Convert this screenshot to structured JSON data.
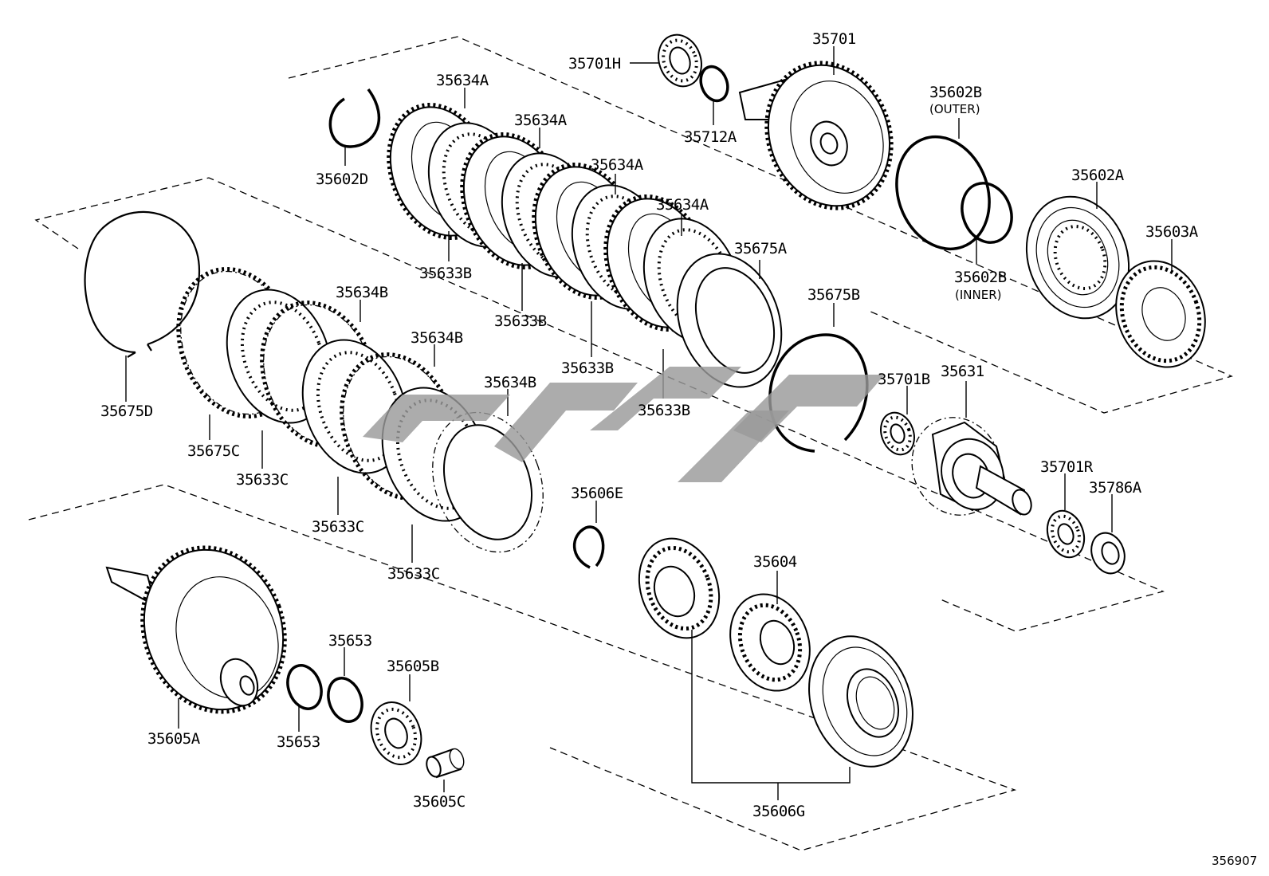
{
  "diagram_code": "356907",
  "labels": {
    "l35701": "35701",
    "l35701H": "35701H",
    "l35712A": "35712A",
    "l35602B_outer": "35602B",
    "l35602B_outer_sub": "(OUTER)",
    "l35602B_inner": "35602B",
    "l35602B_inner_sub": "(INNER)",
    "l35602D": "35602D",
    "l35634A_1": "35634A",
    "l35634A_2": "35634A",
    "l35634A_3": "35634A",
    "l35634A_4": "35634A",
    "l35633B_1": "35633B",
    "l35633B_2": "35633B",
    "l35633B_3": "35633B",
    "l35633B_4": "35633B",
    "l35675A": "35675A",
    "l35675B": "35675B",
    "l35602A": "35602A",
    "l35603A": "35603A",
    "l35675D": "35675D",
    "l35675C": "35675C",
    "l35634B_1": "35634B",
    "l35634B_2": "35634B",
    "l35634B_3": "35634B",
    "l35633C_1": "35633C",
    "l35633C_2": "35633C",
    "l35633C_3": "35633C",
    "l35606E": "35606E",
    "l35701B": "35701B",
    "l35631": "35631",
    "l35701R": "35701R",
    "l35786A": "35786A",
    "l35604": "35604",
    "l35606G": "35606G",
    "l35653_top": "35653",
    "l35653_bottom": "35653",
    "l35605B": "35605B",
    "l35605A": "35605A",
    "l35605C": "35605C"
  },
  "colors": {
    "line": "#000000",
    "watermark": "#9a9a9a",
    "background": "#ffffff"
  }
}
